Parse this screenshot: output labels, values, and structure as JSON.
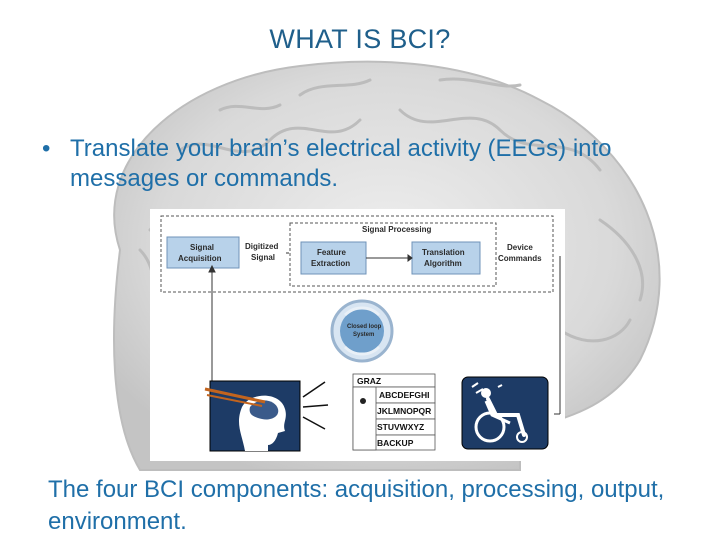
{
  "slide": {
    "title": "WHAT IS BCI?",
    "bullet_marker": "•",
    "bullet_text": "Translate your brain’s electrical activity (EEGs) into messages or commands.",
    "caption": "The four BCI components: acquisition, processing, output, environment."
  },
  "diagram": {
    "signal_processing": "Signal Processing",
    "signal_acquisition_line1": "Signal",
    "signal_acquisition_line2": "Acquisition",
    "digitized_line1": "Digitized",
    "digitized_line2": "Signal",
    "feature_line1": "Feature",
    "feature_line2": "Extraction",
    "translation_line1": "Translation",
    "translation_line2": "Algorithm",
    "device_line1": "Device",
    "device_line2": "Commands",
    "closed_loop_line1": "Closed loop",
    "closed_loop_line2": "System",
    "speller_rows": [
      "GRAZ",
      "ABCDEFGHI",
      "JKLMNOPQR",
      "STUVWXYZ",
      "BACKUP"
    ],
    "icons": [
      "brain-background-icon",
      "head-eeg-icon",
      "wheelchair-icon",
      "cycle-arrows-icon"
    ]
  }
}
